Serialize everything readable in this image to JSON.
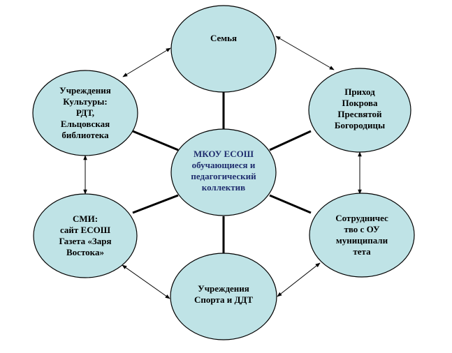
{
  "center": {
    "text": "МКОУ ЕСОШ\nобучающиеся и\nпедагогический\nколлектив",
    "color": "#1f2d6e"
  },
  "nodes": {
    "family": "Семья",
    "parish": "Приход\nПокрова\nПресвятой\nБогородицы",
    "cooperation": "Сотрудничес\nтво с ОУ\nмуниципали\nтета",
    "sports": "Учреждения\nСпорта и ДДТ",
    "media": "СМИ:\nсайт ЕСОШ\nГазета «Заря\nВостока»",
    "culture": "Учреждения\nКультуры:\nРДТ,\nЕльцовская\nбиблиотека"
  },
  "colors": {
    "node_fill": "#bfe3e6",
    "outline": "#000000"
  }
}
